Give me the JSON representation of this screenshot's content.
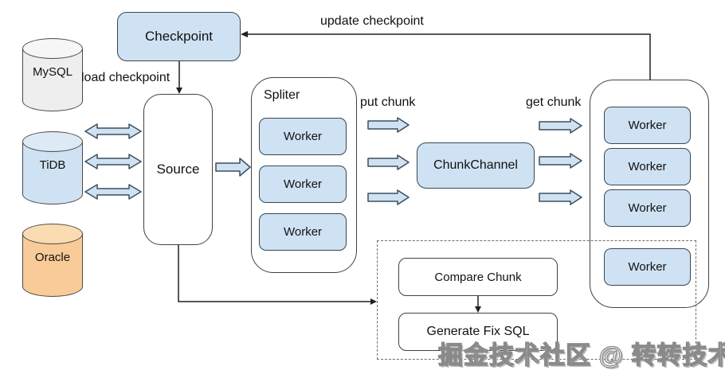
{
  "diagram": {
    "nodes": {
      "mysql": "MySQL",
      "tidb": "TiDB",
      "oracle": "Oracle",
      "checkpoint": "Checkpoint",
      "source": "Source",
      "spliter": "Spliter",
      "chunk_channel": "ChunkChannel",
      "compare_chunk": "Compare Chunk",
      "generate_fix_sql": "Generate Fix SQL"
    },
    "spliter_workers": [
      "Worker",
      "Worker",
      "Worker"
    ],
    "pool_workers": [
      "Worker",
      "Worker",
      "Worker",
      "Worker"
    ],
    "edge_labels": {
      "load_checkpoint": "load checkpoint",
      "update_checkpoint": "update checkpoint",
      "put_chunk": "put chunk",
      "get_chunk": "get chunk"
    },
    "watermark": "掘金技术社区 @ 转转技术团队",
    "colors": {
      "node_fill": "#cfe2f3",
      "node_border": "#37474f",
      "mysql_fill": "#eeeeee",
      "tidb_fill": "#cfe2f3",
      "oracle_fill": "#f8cb98",
      "line": "#212121",
      "dashed_border": "#6e6e6e"
    }
  }
}
